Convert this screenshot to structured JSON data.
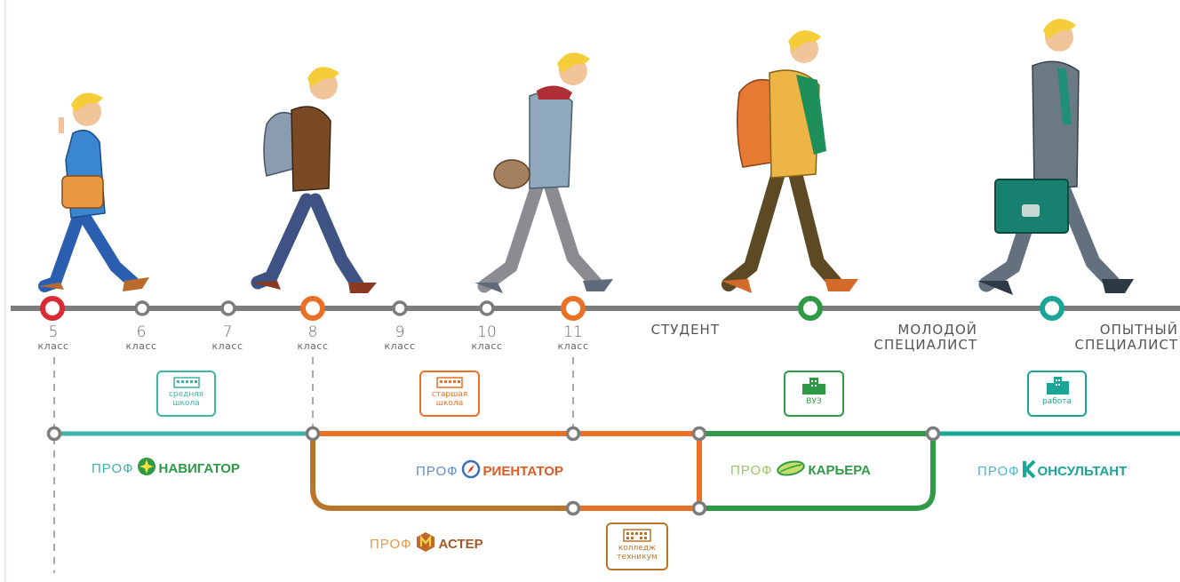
{
  "timeline": {
    "ticks": [
      {
        "num": "5",
        "sub": "класс"
      },
      {
        "num": "6",
        "sub": "класс"
      },
      {
        "num": "7",
        "sub": "класс"
      },
      {
        "num": "8",
        "sub": "класс"
      },
      {
        "num": "9",
        "sub": "класс"
      },
      {
        "num": "10",
        "sub": "класс"
      },
      {
        "num": "11",
        "sub": "класс"
      }
    ],
    "stages": {
      "student": "СТУДЕНТ",
      "young_1": "МОЛОДОЙ",
      "young_2": "СПЕЦИАЛИСТ",
      "exp_1": "ОПЫТНЫЙ",
      "exp_2": "СПЕЦИАЛИСТ"
    }
  },
  "badges": {
    "school_1": "средняя",
    "school_2": "школа",
    "senior_1": "старшая",
    "senior_2": "школа",
    "college_1": "колледж",
    "college_2": "техникум",
    "vuz": "ВУЗ",
    "work": "работа"
  },
  "programs": {
    "navigator": {
      "prefix": "ПРОФ",
      "name": "НАВИГАТОР"
    },
    "orientator": {
      "prefix": "ПРОФ",
      "name": "РИЕНТАТОР"
    },
    "karyera": {
      "prefix": "ПРОФ",
      "name": "КАРЬЕРА"
    },
    "master": {
      "prefix": "ПРОФ",
      "name": "АСТЕР"
    },
    "konsultant": {
      "prefix": "ПРОФ",
      "name": "ОНСУЛЬТАНТ"
    }
  },
  "colors": {
    "timeline": "#7d7d7d",
    "red": "#d92b35",
    "orange": "#ea7025",
    "brown": "#b8762a",
    "green": "#2f9a46",
    "teal": "#1aa596",
    "teal_light": "#3cb6a5"
  },
  "icons": {
    "figure": "walking-person",
    "building": "building-icon"
  }
}
